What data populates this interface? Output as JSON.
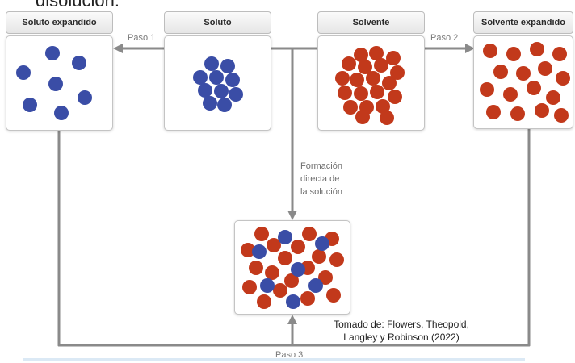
{
  "header_text": "disolución.",
  "boxes": {
    "soluto_expandido": "Soluto expandido",
    "soluto": "Soluto",
    "solvente": "Solvente",
    "solvente_expandido": "Solvente expandido"
  },
  "steps": {
    "paso1": "Paso 1",
    "paso2": "Paso 2",
    "paso3": "Paso 3"
  },
  "formacion_lines": [
    "Formación",
    "directa de",
    "la solución"
  ],
  "credit_lines": [
    "Tomado de: Flowers, Theopold,",
    "Langley y Robinson (2022)"
  ],
  "colors": {
    "solute_particle": "#3a4da6",
    "solvent_particle": "#c2391b",
    "arrow": "#8a8a8a"
  }
}
